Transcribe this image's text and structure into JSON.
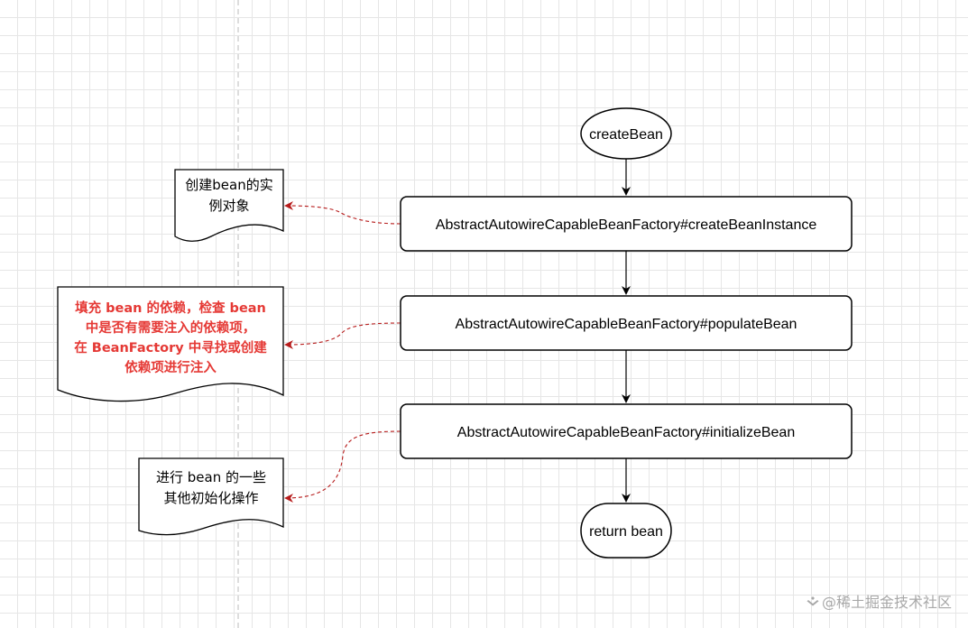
{
  "nodes": {
    "start": "createBean",
    "step1": "AbstractAutowireCapableBeanFactory#createBeanInstance",
    "step2": "AbstractAutowireCapableBeanFactory#populateBean",
    "step3": "AbstractAutowireCapableBeanFactory#initializeBean",
    "end": "return bean"
  },
  "notes": {
    "note1": [
      "创建bean的实",
      "例对象"
    ],
    "note2": [
      "填充 bean 的依赖，检查 bean",
      "中是否有需要注入的依赖项，",
      "在 BeanFactory 中寻找或创建",
      "依赖项进行注入"
    ],
    "note3": [
      "进行 bean 的一些",
      "其他初始化操作"
    ]
  },
  "colors": {
    "highlight_text": "#e53935",
    "annotation_arrow": "#b71c1c",
    "watermark": "#a8a8a8"
  },
  "watermark": {
    "icon": "diamond-logo-icon",
    "text": "@稀土掘金技术社区"
  }
}
